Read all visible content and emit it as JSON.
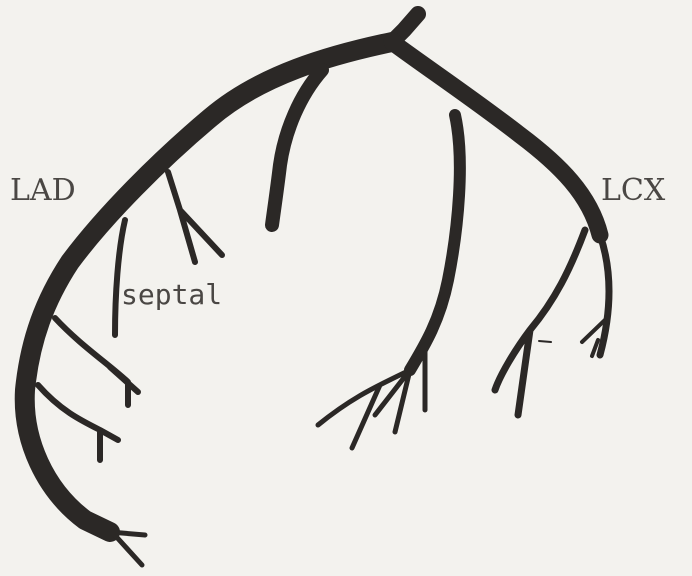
{
  "labels": {
    "lad": "LAD",
    "lcx": "LCX",
    "septal": "septal"
  },
  "colors": {
    "vessel": "#2b2826",
    "background": "#f3f2ee",
    "label_text": "#4a4744"
  }
}
